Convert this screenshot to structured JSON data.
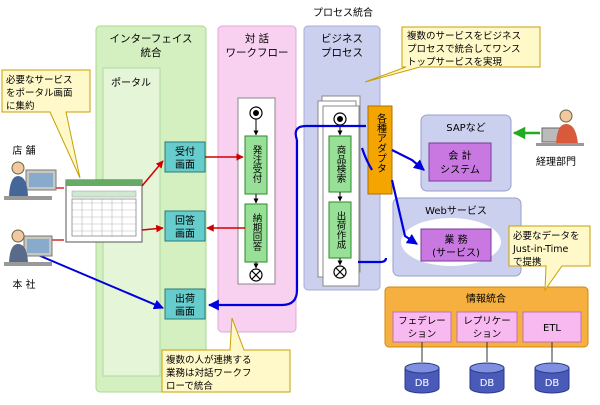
{
  "process_integration": "プロセス統合",
  "columns": {
    "interface": [
      "インターフェイス",
      "統合"
    ],
    "portal": "ポータル",
    "dialog": [
      "対 話",
      "ワークフロー"
    ],
    "business": [
      "ビジネス",
      "プロセス"
    ]
  },
  "screens": {
    "reception": [
      "受付",
      "画面"
    ],
    "reply": [
      "回答",
      "画面"
    ],
    "shipping": [
      "出荷",
      "画面"
    ]
  },
  "workflow_steps": {
    "order": [
      "発注受付"
    ],
    "delivery": [
      "納期回答"
    ]
  },
  "business_steps": {
    "search": [
      "商品検索"
    ],
    "ship": [
      "出荷作成"
    ]
  },
  "adapter": "各種アダプタ",
  "sap": {
    "title": "SAPなど",
    "system": [
      "会 計",
      "システム"
    ]
  },
  "web": {
    "title": "Webサービス",
    "service": [
      "業 務",
      "(サービス)"
    ]
  },
  "info": {
    "title": "情報統合",
    "boxes": [
      [
        "フェデレー",
        "ション"
      ],
      [
        "レプリケー",
        "ション"
      ],
      [
        "ETL"
      ]
    ],
    "db": [
      "DB",
      "DB",
      "DB"
    ]
  },
  "people": {
    "store": "店 舗",
    "hq": "本 社",
    "accounting": "経理部門"
  },
  "callouts": {
    "portal": [
      "必要なサービス",
      "をポータル画面",
      "に集約"
    ],
    "onestop": [
      "複数のサービスをビジネス",
      "プロセスで統合してワンス",
      "トップサービスを実現"
    ],
    "jit": [
      "必要なデータを",
      "Just-in-Time",
      "で提携"
    ],
    "workflow": [
      "複数の人が連携する",
      "業務は対話ワークフ",
      "ローで統合"
    ]
  },
  "colors": {
    "green_col": "#d5f0c0",
    "pink_col": "#f8d0f0",
    "blue_col": "#ccd0ef",
    "screen_fill": "#66cccc",
    "flow_fill": "#98e098",
    "purple_box": "#c878e0",
    "orange": "#f5a500",
    "callout": "#fff8c8",
    "red_arrow": "#d00000",
    "blue_line": "#0000dd"
  }
}
